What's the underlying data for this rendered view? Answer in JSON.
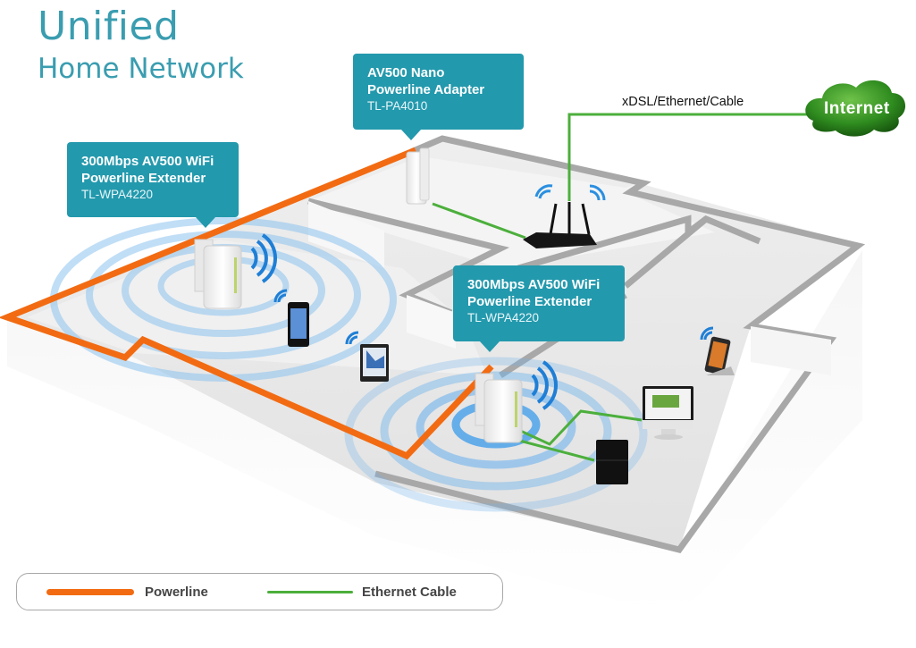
{
  "header": {
    "title": "Unified",
    "subtitle": "Home Network"
  },
  "callouts": [
    {
      "id": "adapter",
      "line1": "AV500 Nano",
      "line2": "Powerline Adapter",
      "model": "TL-PA4010"
    },
    {
      "id": "extender-left",
      "line1": "300Mbps AV500 WiFi",
      "line2": "Powerline Extender",
      "model": "TL-WPA4220"
    },
    {
      "id": "extender-right",
      "line1": "300Mbps AV500 WiFi",
      "line2": "Powerline Extender",
      "model": "TL-WPA4220"
    }
  ],
  "uplink": {
    "label": "xDSL/Ethernet/Cable",
    "cloud_label": "Internet"
  },
  "devices": [
    {
      "name": "powerline-adapter",
      "icon": "powerline-adapter-icon"
    },
    {
      "name": "wifi-extender-left",
      "icon": "wifi-extender-icon"
    },
    {
      "name": "wifi-extender-right",
      "icon": "wifi-extender-icon"
    },
    {
      "name": "router",
      "icon": "router-icon"
    },
    {
      "name": "smartphone",
      "icon": "smartphone-icon"
    },
    {
      "name": "tablet",
      "icon": "tablet-icon"
    },
    {
      "name": "docked-phone",
      "icon": "phone-dock-icon"
    },
    {
      "name": "desktop-computer",
      "icon": "monitor-icon"
    },
    {
      "name": "game-console",
      "icon": "console-icon"
    }
  ],
  "legend": {
    "items": [
      {
        "label": "Powerline",
        "color": "#f26b12"
      },
      {
        "label": "Ethernet Cable",
        "color": "#4caf3c"
      }
    ]
  },
  "colors": {
    "accent": "#2399ad",
    "title": "#3a9db0",
    "powerline": "#f26b12",
    "ethernet": "#4caf3c",
    "wall": "#a9a9a9",
    "wifi": "#2a8fe0",
    "cloud": "#2e8a1e"
  }
}
